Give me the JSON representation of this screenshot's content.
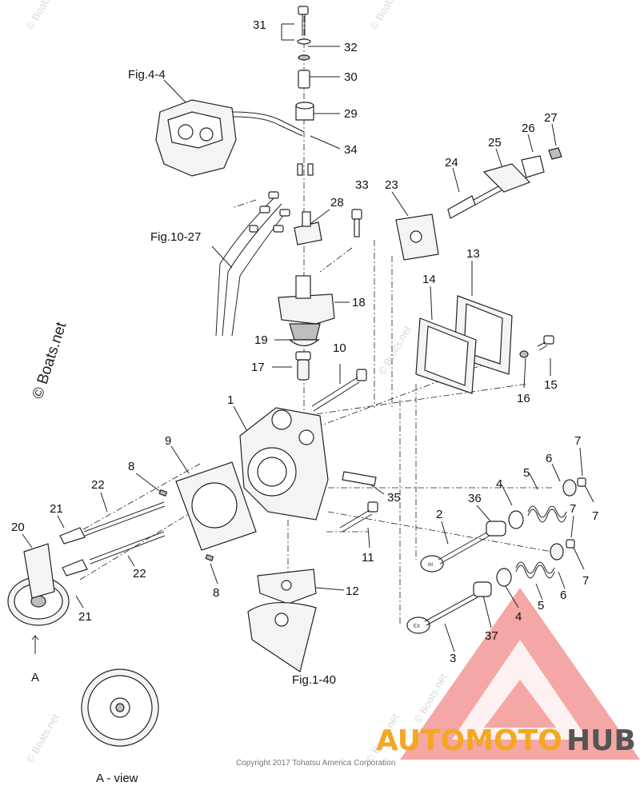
{
  "callouts": {
    "p1": "1",
    "p2": "2",
    "p3": "3",
    "p4a": "4",
    "p4b": "4",
    "p5a": "5",
    "p5b": "5",
    "p6a": "6",
    "p6b": "6",
    "p7a": "7",
    "p7b": "7",
    "p7c": "7",
    "p7d": "7",
    "p8a": "8",
    "p8b": "8",
    "p9": "9",
    "p10": "10",
    "p11": "11",
    "p12": "12",
    "p13": "13",
    "p14": "14",
    "p15": "15",
    "p16": "16",
    "p17": "17",
    "p18": "18",
    "p19": "19",
    "p20": "20",
    "p21a": "21",
    "p21b": "21",
    "p22a": "22",
    "p22b": "22",
    "p23": "23",
    "p24": "24",
    "p25": "25",
    "p26": "26",
    "p27": "27",
    "p28": "28",
    "p29": "29",
    "p30": "30",
    "p31": "31",
    "p32": "32",
    "p33": "33",
    "p34": "34",
    "p35": "35",
    "p36": "36",
    "p37": "37"
  },
  "references": {
    "fig_4_4": "Fig.4-4",
    "fig_10_27": "Fig.10-27",
    "fig_1_40": "Fig.1-40",
    "view_marker": "A",
    "view_label": "A - view"
  },
  "valve_marks": {
    "intake": "IN",
    "exhaust": "EX"
  },
  "watermarks": {
    "side": "© Boats.net",
    "faint": "© Boats.net"
  },
  "copyright": "Copyright 2017 Tohatsu America Corporation",
  "brand": {
    "part1": "AUTOMOTO",
    "part2": "HUB",
    "color_primary": "#f5a623",
    "color_secondary": "#555555",
    "triangle_color": "#e8413c"
  }
}
